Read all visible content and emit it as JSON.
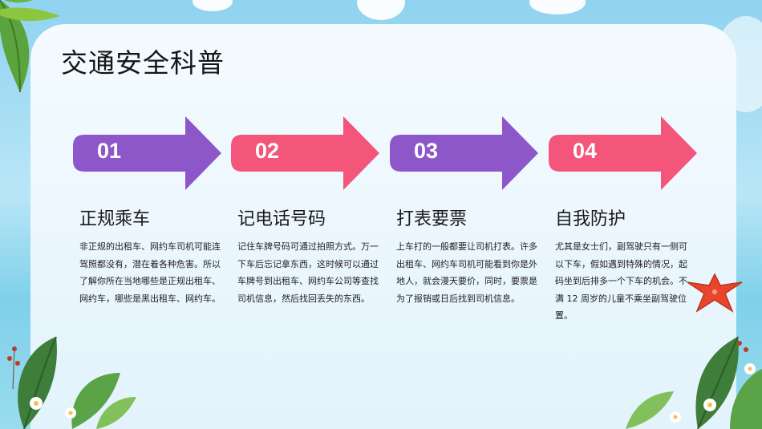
{
  "slide": {
    "title": "交通安全科普"
  },
  "colors": {
    "purple": "#8e57c9",
    "pink": "#f4557a"
  },
  "steps": [
    {
      "number": "01",
      "heading": "正规乘车",
      "text": "非正规的出租车、网约车司机可能连驾照都没有，潜在着各种危害。所以了解你所在当地哪些是正规出租车、网约车，哪些是黑出租车、网约车。",
      "color": "#8e57c9"
    },
    {
      "number": "02",
      "heading": "记电话号码",
      "text": "记住车牌号码可通过拍照方式。万一下车后忘记拿东西，这时候可以通过车牌号到出租车、网约车公司等查找司机信息，然后找回丢失的东西。",
      "color": "#f4557a"
    },
    {
      "number": "03",
      "heading": "打表要票",
      "text": "上车打的一般都要让司机打表。许多出租车、网约车司机可能看到你是外地人，就会漫天要价，同时，要票是为了报销或日后找到司机信息。",
      "color": "#8e57c9"
    },
    {
      "number": "04",
      "heading": "自我防护",
      "text": "尤其是女士们，副驾驶只有一侧可以下车，假如遇到特殊的情况，起码坐到后排多一个下车的机会。不满 12 周岁的儿童不乘坐副驾驶位置。",
      "color": "#f4557a"
    }
  ]
}
